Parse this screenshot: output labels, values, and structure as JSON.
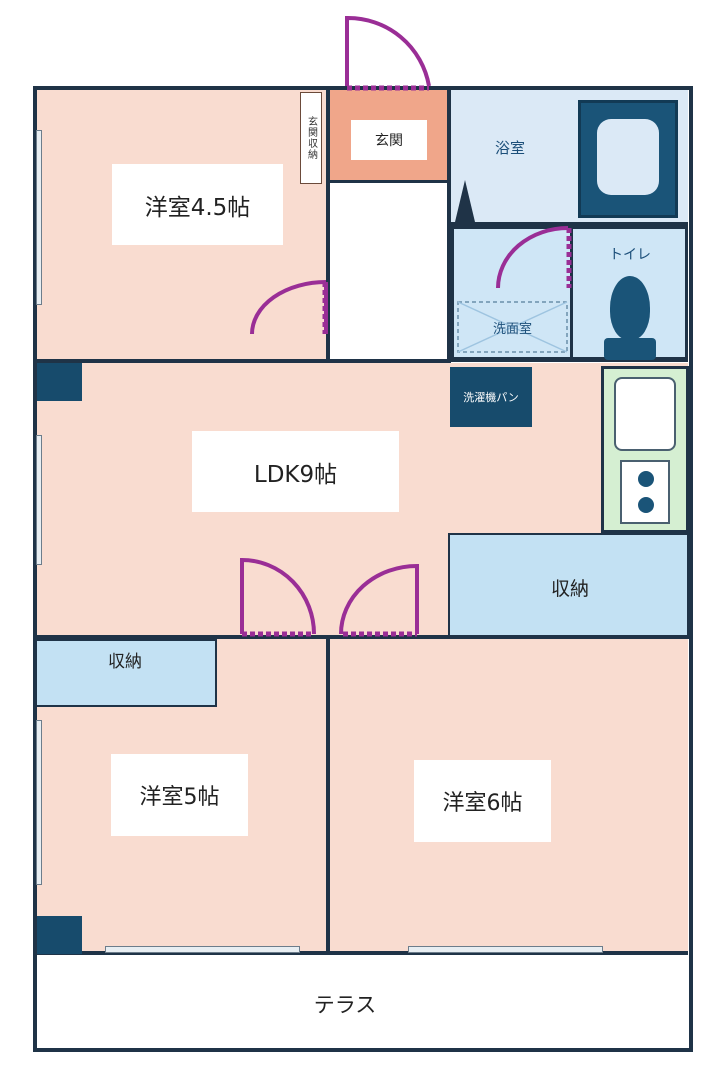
{
  "rooms": {
    "western_45": "洋室4.5帖",
    "entrance": "玄関",
    "entrance_storage": "玄関収納",
    "bath": "浴室",
    "toilet": "トイレ",
    "washroom": "洗面室",
    "washer_pan": "洗濯機パン",
    "ldk": "LDK9帖",
    "storage_right": "収納",
    "storage_left": "収納",
    "western_5": "洋室5帖",
    "western_6": "洋室6帖",
    "terrace": "テラス"
  },
  "colors": {
    "room_floor": "#f9dcd0",
    "entrance_floor": "#f0a68a",
    "wet_area": "#dbe9f6",
    "storage": "#c3e1f3",
    "kitchen": "#d5efd2",
    "fixture": "#1a5478",
    "wall": "#1f3347",
    "door": "#9a2e96"
  }
}
